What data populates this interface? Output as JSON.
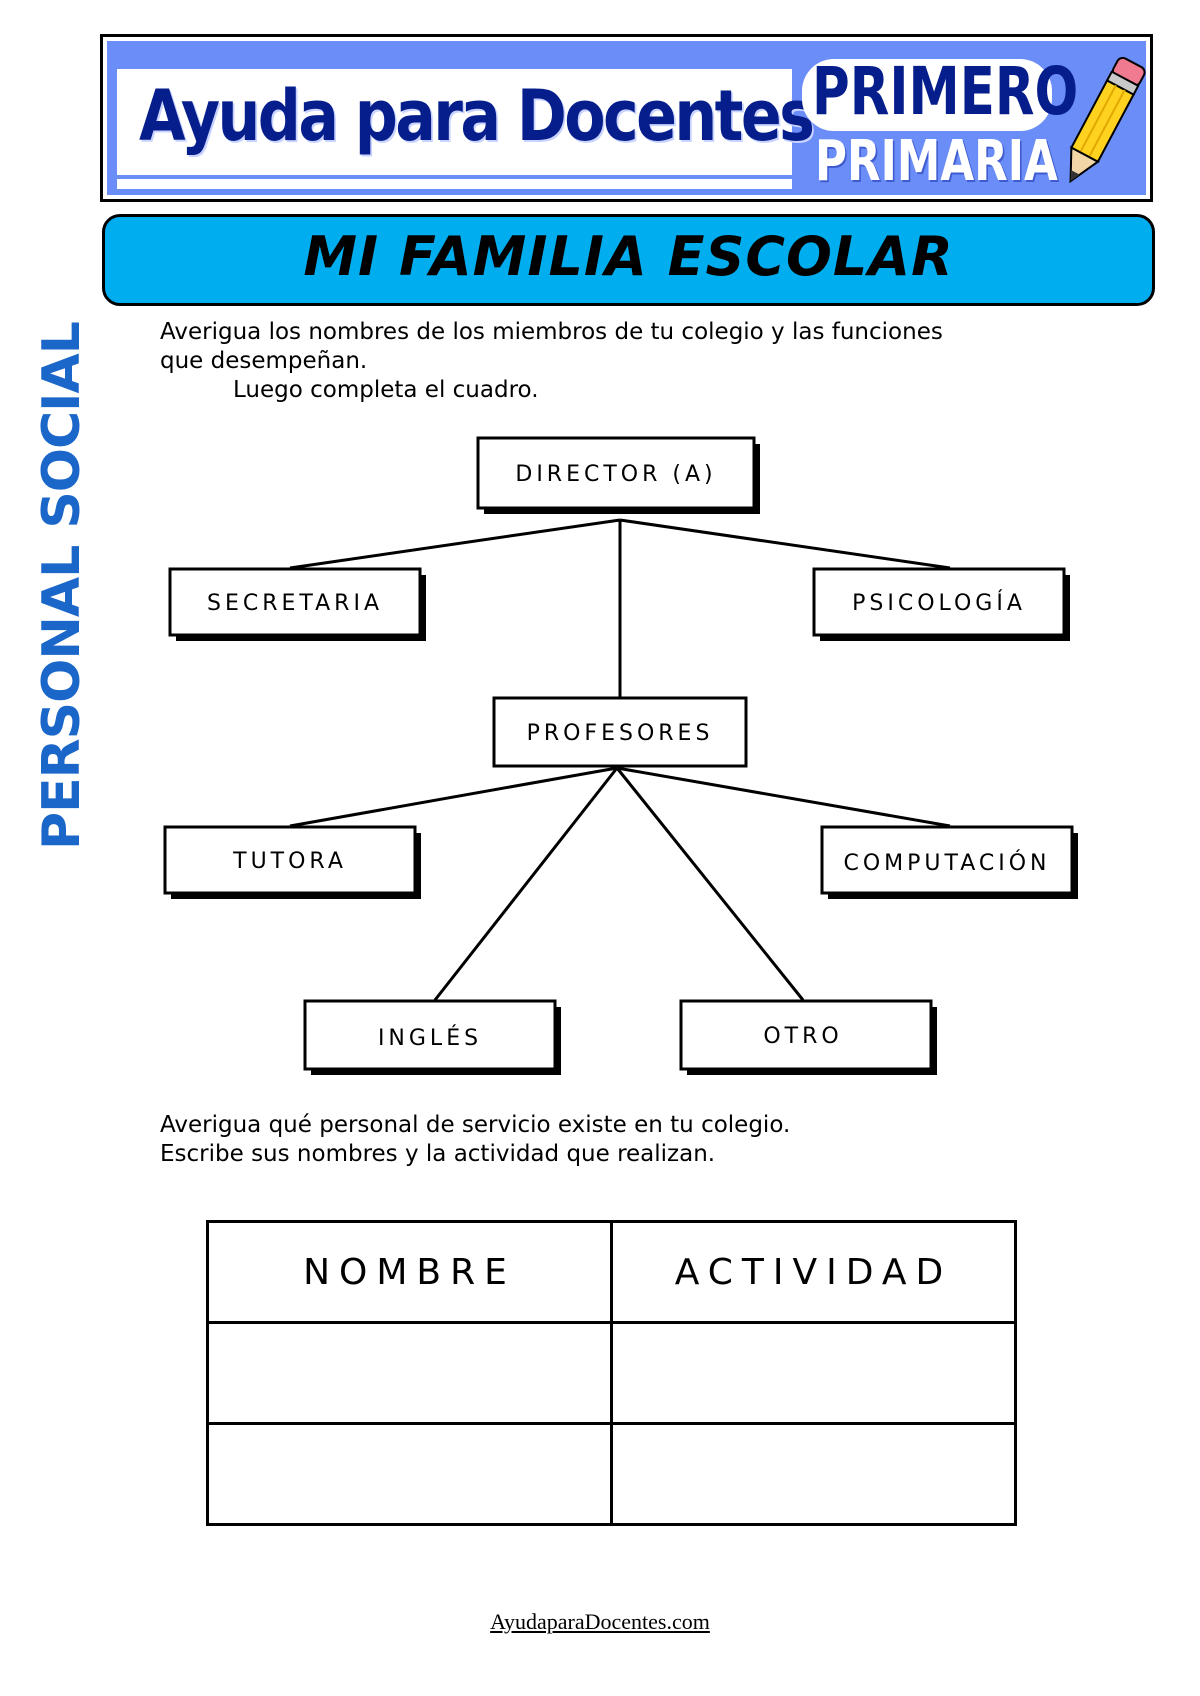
{
  "header": {
    "brand": "Ayuda para Docentes",
    "grade_line1": "PRIMERO",
    "grade_line2": "PRIMARIA",
    "colors": {
      "frame_blue": "#6b8df7",
      "brand_navy": "#061e8c",
      "title_cyan": "#00aeef",
      "side_blue": "#1a66c9"
    }
  },
  "title": "MI FAMILIA ESCOLAR",
  "side_label": "PERSONAL SOCIAL",
  "instructions_1": {
    "line1": "Averigua los nombres de los miembros de tu colegio y las funciones",
    "line2": "que desempeñan.",
    "line3": "Luego completa el cuadro."
  },
  "org_chart": {
    "director": "DIRECTOR (A)",
    "secretaria": "SECRETARIA",
    "psicologia": "PSICOLOGÍA",
    "profesores": "PROFESORES",
    "tutora": "TUTORA",
    "computacion": "COMPUTACIÓN",
    "ingles": "INGLÉS",
    "otro": "OTRO"
  },
  "instructions_2": {
    "line1": "Averigua qué personal de servicio existe en tu colegio.",
    "line2": "Escribe sus nombres y la actividad que realizan."
  },
  "service_table": {
    "columns": [
      "NOMBRE",
      "ACTIVIDAD"
    ],
    "rows": [
      [
        "",
        ""
      ],
      [
        "",
        ""
      ]
    ]
  },
  "footer": "AyudaparaDocentes.com",
  "icons": {
    "pencil": "pencil-icon"
  }
}
